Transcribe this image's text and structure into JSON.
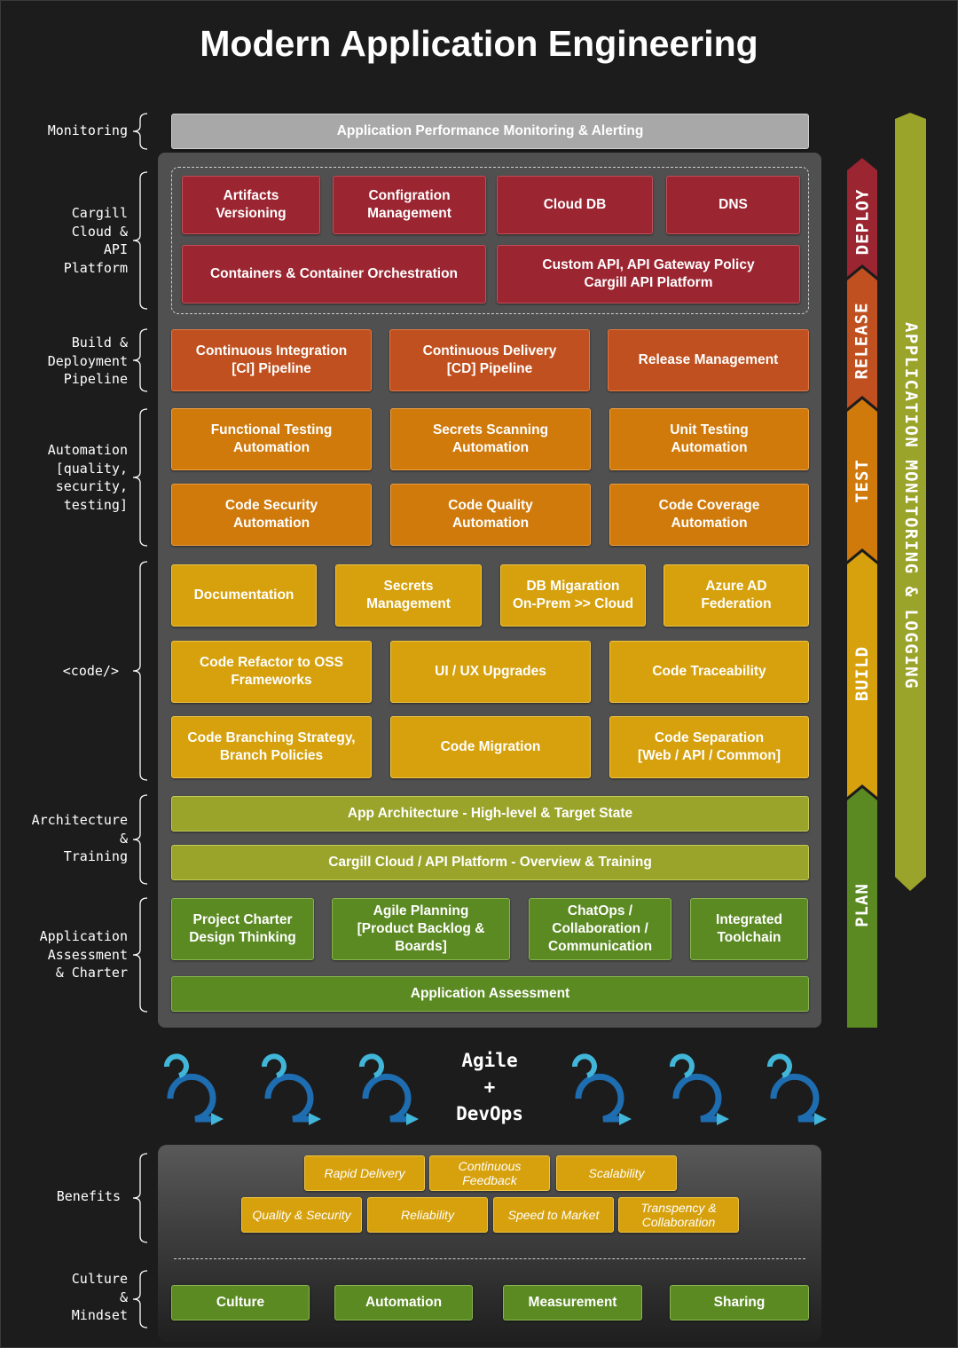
{
  "title": "Modern Application Engineering",
  "side_labels": {
    "monitoring": "Monitoring",
    "cloud_api": "Cargill\nCloud &\nAPI\nPlatform",
    "build_deploy": "Build &\nDeployment\nPipeline",
    "automation": "Automation\n[quality,\nsecurity,\ntesting]",
    "code": "<code/>",
    "architecture": "Architecture\n&\nTraining",
    "assessment": "Application\nAssessment\n& Charter",
    "benefits": "Benefits",
    "culture": "Culture\n&\nMindset"
  },
  "monitoring": {
    "apm": "Application Performance Monitoring & Alerting"
  },
  "cloud": {
    "artifacts": "Artifacts\nVersioning",
    "config": "Configration\nManagement",
    "clouddb": "Cloud DB",
    "dns": "DNS",
    "containers": "Containers & Container Orchestration",
    "custom_api": "Custom API, API Gateway Policy\nCargill API Platform"
  },
  "pipeline": {
    "ci": "Continuous Integration\n[CI] Pipeline",
    "cd": "Continuous Delivery\n[CD] Pipeline",
    "release": "Release Management"
  },
  "automation": {
    "functional": "Functional Testing\nAutomation",
    "secrets_scan": "Secrets Scanning\nAutomation",
    "unit": "Unit Testing\nAutomation",
    "security": "Code Security\nAutomation",
    "quality": "Code Quality\nAutomation",
    "coverage": "Code Coverage\nAutomation"
  },
  "code": {
    "documentation": "Documentation",
    "secrets_mgmt": "Secrets\nManagement",
    "db_migration": "DB Migaration\nOn-Prem >> Cloud",
    "azure_ad": "Azure AD\nFederation",
    "refactor": "Code Refactor to OSS\nFrameworks",
    "uiux": "UI / UX Upgrades",
    "traceability": "Code Traceability",
    "branching": "Code Branching Strategy,\nBranch Policies",
    "migration": "Code Migration",
    "separation": "Code Separation\n[Web / API / Common]"
  },
  "architecture": {
    "app_arch": "App Architecture - High-level & Target State",
    "cloud_training": "Cargill Cloud / API Platform - Overview & Training"
  },
  "assessment": {
    "charter": "Project Charter\nDesign Thinking",
    "agile": "Agile Planning\n[Product Backlog &\nBoards]",
    "chatops": "ChatOps /\nCollaboration /\nCommunication",
    "toolchain": "Integrated\nToolchain",
    "app_assessment": "Application Assessment"
  },
  "stages": {
    "deploy": "DEPLOY",
    "release": "RELEASE",
    "test": "TEST",
    "build": "BUILD",
    "plan": "PLAN"
  },
  "vertical_banner": "APPLICATION MONITORING & LOGGING",
  "agile_devops": [
    "Agile",
    "+",
    "DevOps"
  ],
  "benefits": {
    "rapid": "Rapid Delivery",
    "feedback": "Continuous\nFeedback",
    "scalability": "Scalability",
    "quality": "Quality & Security",
    "reliability": "Reliability",
    "speed": "Speed to Market",
    "transparency": "Transpency &\nCollaboration"
  },
  "culture": {
    "culture": "Culture",
    "automation": "Automation",
    "measurement": "Measurement",
    "sharing": "Sharing"
  },
  "colors": {
    "background": "#1c1c1c",
    "panel": "#505050",
    "monitoring": "#a8a8a8",
    "cloud": "#9b2531",
    "pipeline": "#c0501f",
    "automation": "#d07a0c",
    "code": "#d6a10d",
    "architecture": "#9aa42a",
    "assessment": "#5b8a22",
    "cycle_icon_dark": "#1e6db0",
    "cycle_icon_light": "#41b6d9"
  },
  "icons": [
    "brace-icon",
    "cycle-arrow-icon"
  ]
}
